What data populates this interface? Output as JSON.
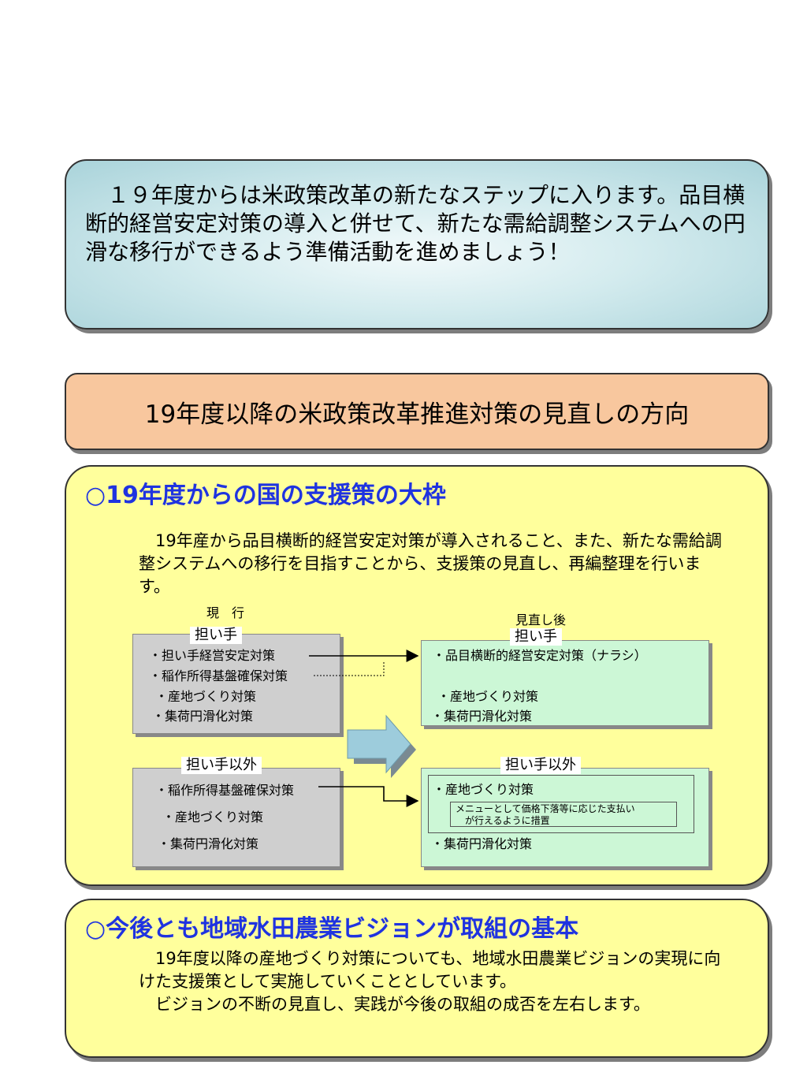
{
  "intro": {
    "text": "　１９年度からは米政策改革の新たなステップに入ります。品目横断的経営安定対策の導入と併せて、新たな需給調整システムへの円滑な移行ができるよう準備活動を進めましょう！"
  },
  "header": {
    "title": "19年度以降の米政策改革推進対策の見直しの方向"
  },
  "section1": {
    "title": "○19年度からの国の支援策の大枠",
    "body": "　19年産から品目横断的経営安定対策が導入されること、また、新たな需給調整システムへの移行を目指すことから、支援策の見直し、再編整理を行います。",
    "current_label": "現　行",
    "revised_label": "見直し後",
    "current": {
      "ninaite": {
        "label": "担い手",
        "items": [
          "・担い手経営安定対策",
          "・稲作所得基盤確保対策",
          "・産地づくり対策",
          "・集荷円滑化対策"
        ]
      },
      "others": {
        "label": "担い手以外",
        "items": [
          "・稲作所得基盤確保対策",
          "・産地づくり対策",
          "・集荷円滑化対策"
        ]
      }
    },
    "revised": {
      "ninaite": {
        "label": "担い手",
        "items": [
          "・品目横断的経営安定対策（ナラシ）",
          "・産地づくり対策",
          "・集荷円滑化対策"
        ]
      },
      "others": {
        "label": "担い手以外",
        "items": [
          "・産地づくり対策",
          "・集荷円滑化対策"
        ],
        "note": "メニューとして価格下落等に応じた支払い\n　が行えるように措置"
      }
    }
  },
  "section2": {
    "title": "○今後とも地域水田農業ビジョンが取組の基本",
    "body": "　19年度以降の産地づくり対策についても、地域水田農業ビジョンの実現に向けた支援策として実施していくこととしています。\n　ビジョンの不断の見直し、実践が今後の取組の成否を左右します。"
  },
  "colors": {
    "intro_bg": "#a9d3da",
    "header_bg": "#f8c79e",
    "section_bg": "#ffff9c",
    "title_blue": "#1f33e0",
    "current_panel": "#cfcfcf",
    "revised_panel": "#ccf7d6",
    "arrow_fill": "#9dccdc"
  }
}
